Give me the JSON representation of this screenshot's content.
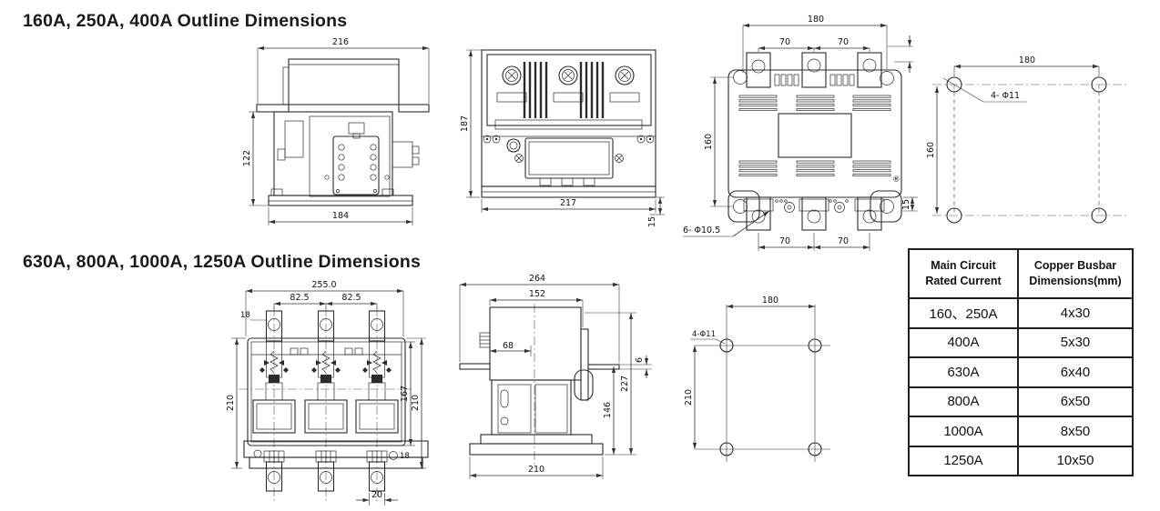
{
  "s1": {
    "title": "160A, 250A, 400A Outline Dimensions",
    "d1": {
      "w216": "216",
      "h122": "122",
      "w184": "184"
    },
    "d2": {
      "h187": "187",
      "w217": "217",
      "d15": "15"
    },
    "d3": {
      "w180": "180",
      "p70a": "70",
      "p70b": "70",
      "h160": "160",
      "holes": "6- Φ10.5",
      "p70c": "70",
      "p70d": "70",
      "d15": "15"
    },
    "d4": {
      "w180": "180",
      "holes": "4- Φ11",
      "h160": "160"
    }
  },
  "s2": {
    "title": "630A, 800A, 1000A, 1250A Outline Dimensions",
    "d5": {
      "w255": "255.0",
      "p82a": "82.5",
      "p82b": "82.5",
      "t18": "18",
      "h210l": "210",
      "h167": "167",
      "h210r": "210",
      "hole18": "18",
      "w20": "20"
    },
    "d6": {
      "w264": "264",
      "w152": "152",
      "w68": "68",
      "g6": "6",
      "h146": "146",
      "h227": "227",
      "w210": "210"
    },
    "d7": {
      "w180": "180",
      "holes": "4-Φ11",
      "h210": "210"
    }
  },
  "sym": {
    "reg": "®"
  },
  "table": {
    "col1_header": "Main Circuit Rated Current",
    "col2_header": "Copper Busbar Dimensions(mm)",
    "rows": [
      {
        "current": "160、250A",
        "busbar": "4x30"
      },
      {
        "current": "400A",
        "busbar": "5x30"
      },
      {
        "current": "630A",
        "busbar": "6x40"
      },
      {
        "current": "800A",
        "busbar": "6x50"
      },
      {
        "current": "1000A",
        "busbar": "8x50"
      },
      {
        "current": "1250A",
        "busbar": "10x50"
      }
    ]
  }
}
